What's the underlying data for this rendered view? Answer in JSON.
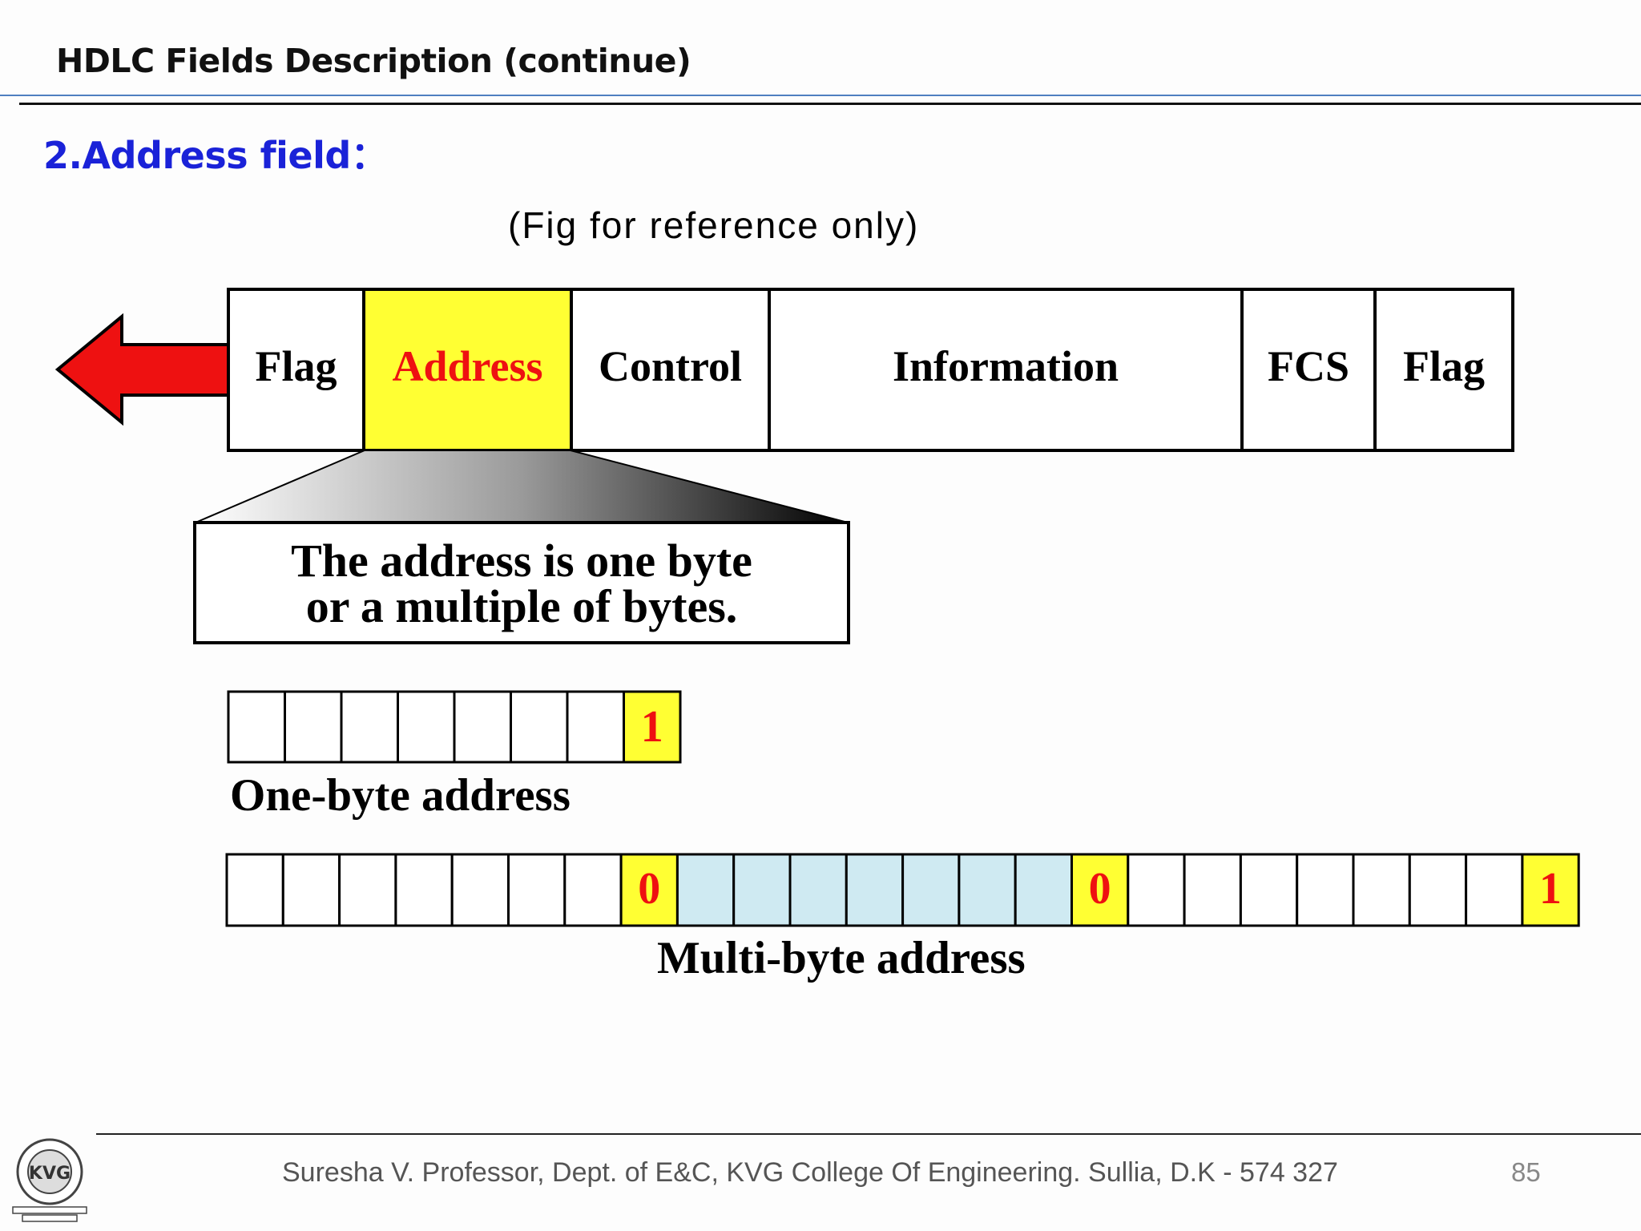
{
  "slide": {
    "title": "HDLC Fields Description (continue)",
    "section_heading": "2.Address field：",
    "figure_note": "(Fig for reference only)"
  },
  "frame": {
    "fields": [
      "Flag",
      "Address",
      "Control",
      "Information",
      "FCS",
      "Flag"
    ],
    "highlighted_field": "Address"
  },
  "callout": {
    "line1": "The address is one byte",
    "line2": "or a multiple of bytes."
  },
  "one_byte": {
    "bits": [
      "",
      "",
      "",
      "",
      "",
      "",
      "",
      "1"
    ],
    "label": "One-byte address"
  },
  "multi_byte": {
    "bytes": [
      {
        "bits": [
          "",
          "",
          "",
          "",
          "",
          "",
          "",
          "0"
        ],
        "shade": "white"
      },
      {
        "bits": [
          "",
          "",
          "",
          "",
          "",
          "",
          "",
          "0"
        ],
        "shade": "light-blue"
      },
      {
        "bits": [
          "",
          "",
          "",
          "",
          "",
          "",
          "",
          "1"
        ],
        "shade": "white"
      }
    ],
    "label": "Multi-byte address"
  },
  "colors": {
    "highlight_yellow": "#ffff33",
    "address_red": "#ee1111",
    "arrow_red": "#ee1111",
    "light_blue": "#cfeaf2",
    "heading_blue": "#1a22d8"
  },
  "footer": {
    "text": "Suresha V. Professor, Dept. of  E&C, KVG College Of Engineering. Sullia, D.K - 574 327",
    "page_number": "85",
    "logo_text": "KVG"
  }
}
